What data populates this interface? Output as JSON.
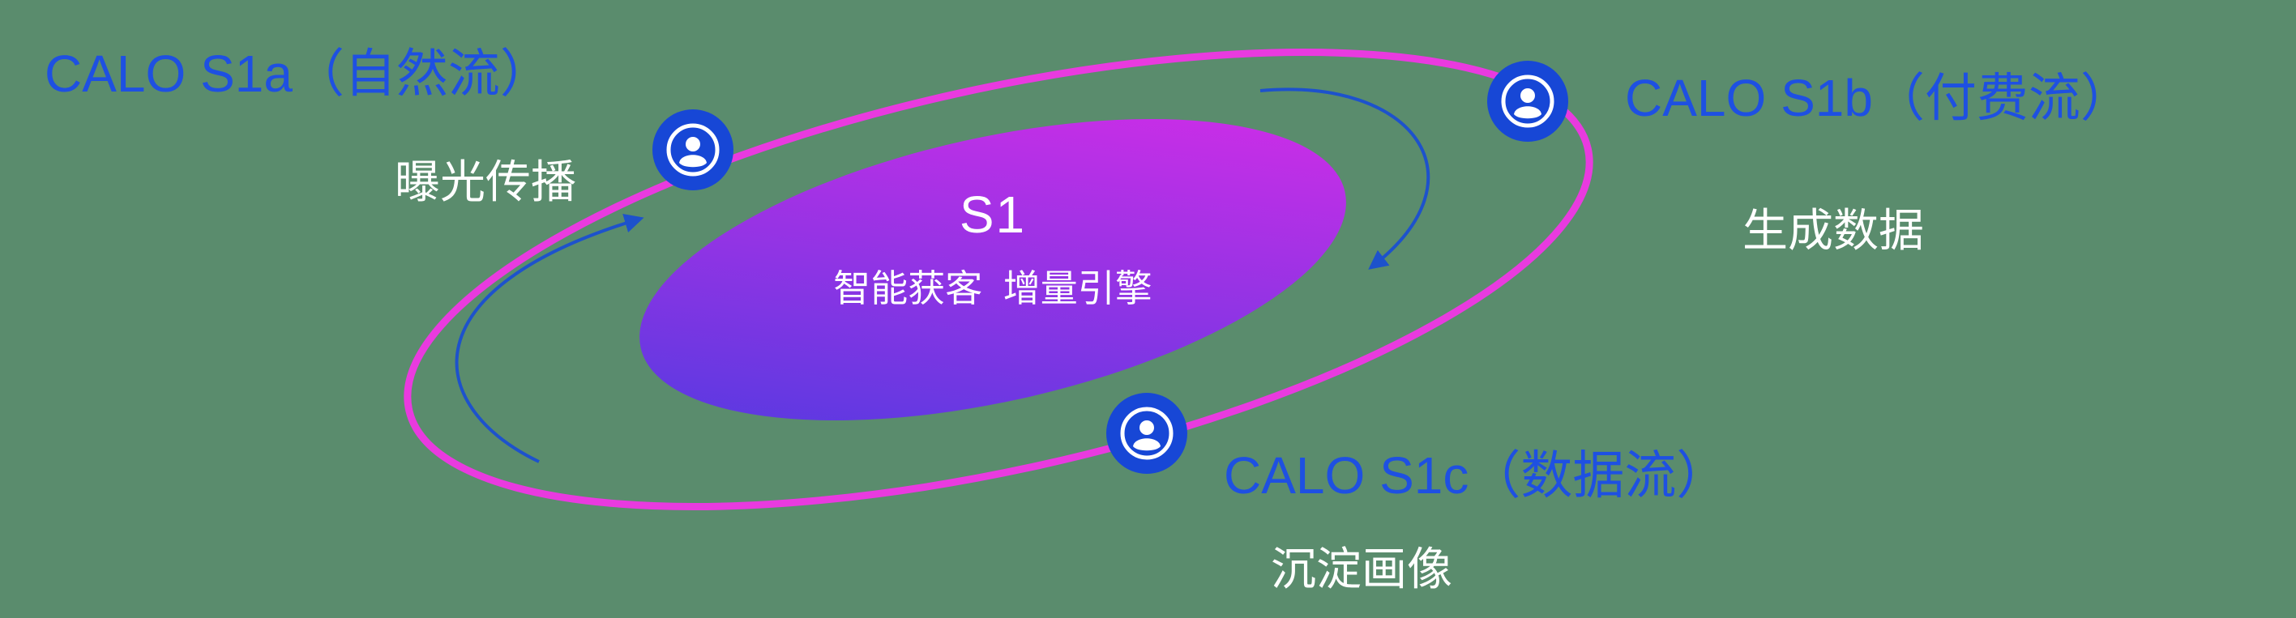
{
  "colors": {
    "background": "#5a8c6d",
    "label_blue": "#1e50e2",
    "node_blue": "#1747d6",
    "orbit_pink": "#e93adf",
    "arrow_blue": "#1d52cc",
    "text_white": "#ffffff",
    "core_gradient_start": "#4b3be0",
    "core_gradient_end": "#dc2ce8"
  },
  "core": {
    "title": "S1",
    "subtitle": "智能获客  增量引擎"
  },
  "nodes": [
    {
      "id": "s1a",
      "title": "CALO S1a（自然流）",
      "subtitle": "曝光传播",
      "icon": "user-icon"
    },
    {
      "id": "s1b",
      "title": "CALO S1b（付费流）",
      "subtitle": "生成数据",
      "icon": "user-icon"
    },
    {
      "id": "s1c",
      "title": "CALO S1c（数据流）",
      "subtitle": "沉淀画像",
      "icon": "user-icon"
    }
  ]
}
